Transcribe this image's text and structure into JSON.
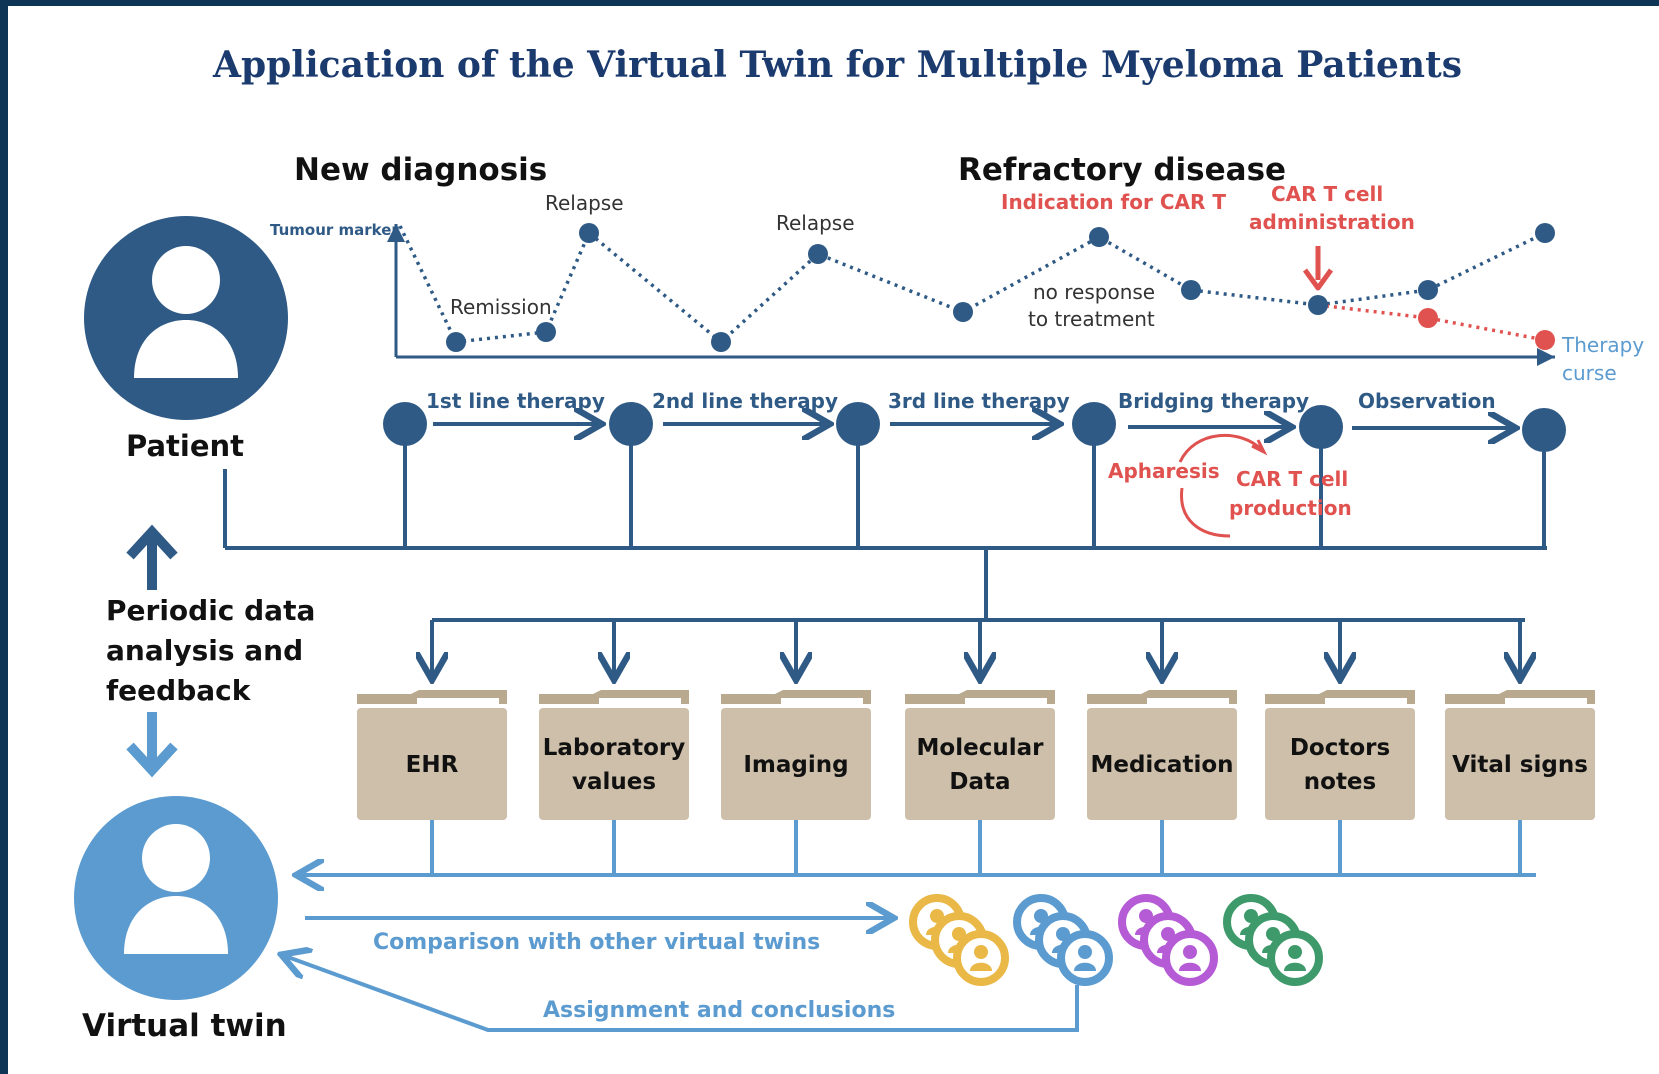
{
  "title": "Application of the Virtual Twin for Multiple Myeloma Patients",
  "phases": {
    "new_diagnosis": "New diagnosis",
    "refractory": "Refractory disease"
  },
  "curve": {
    "y_axis_label": "Tumour marker",
    "x_axis_label_line1": "Therapy",
    "x_axis_label_line2": "curse",
    "annotations": {
      "remission": "Remission",
      "relapse1": "Relapse",
      "relapse2": "Relapse",
      "no_response_line1": "no response",
      "no_response_line2": "to treatment",
      "indication": "Indication for CAR T",
      "car_t_admin_line1": "CAR T cell",
      "car_t_admin_line2": "administration"
    }
  },
  "timeline": {
    "steps": [
      "1st line therapy",
      "2nd line therapy",
      "3rd line therapy",
      "Bridging therapy",
      "Observation"
    ],
    "apharesis": "Apharesis",
    "production_line1": "CAR T cell",
    "production_line2": "production"
  },
  "patient_label": "Patient",
  "virtual_twin_label": "Virtual twin",
  "feedback": [
    "Periodic data",
    "analysis and",
    "feedback"
  ],
  "folders": [
    {
      "lines": [
        "EHR"
      ]
    },
    {
      "lines": [
        "Laboratory",
        "values"
      ]
    },
    {
      "lines": [
        "Imaging"
      ]
    },
    {
      "lines": [
        "Molecular",
        "Data"
      ]
    },
    {
      "lines": [
        "Medication"
      ]
    },
    {
      "lines": [
        "Doctors",
        "notes"
      ]
    },
    {
      "lines": [
        "Vital signs"
      ]
    }
  ],
  "comparison": "Comparison with other virtual twins",
  "assignment": "Assignment and conclusions",
  "colors": {
    "dark_blue": "#2f5a86",
    "light_blue": "#5b9bd0",
    "red": "#e0524f",
    "folder": "#cdbfa9",
    "twin_groups": [
      "#e9b847",
      "#5b9bd0",
      "#b65bd6",
      "#3f9a6b"
    ]
  }
}
